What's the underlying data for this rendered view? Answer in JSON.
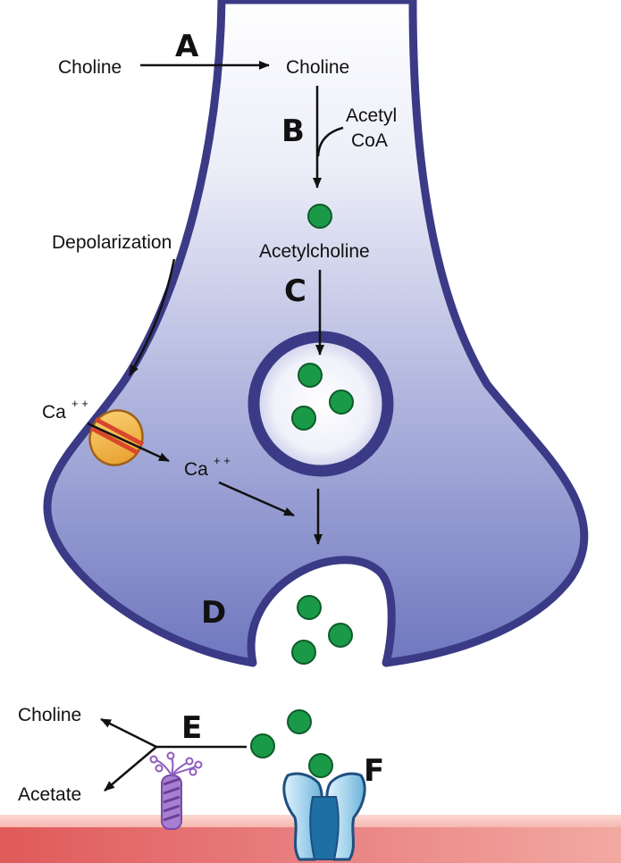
{
  "labels": {
    "step_a": "A",
    "step_b": "B",
    "step_c": "C",
    "step_d": "D",
    "step_e": "E",
    "step_f": "F",
    "choline_outside": "Choline",
    "choline_inside": "Choline",
    "acetyl": "Acetyl",
    "coa": "CoA",
    "acetylcholine": "Acetylcholine",
    "depolarization": "Depolarization",
    "ca_outside": "Ca",
    "ca_outside_charge": "+ +",
    "ca_inside": "Ca",
    "ca_inside_charge": "+ +",
    "choline_product": "Choline",
    "acetate_product": "Acetate"
  },
  "colors": {
    "terminal_membrane": "#3b3a86",
    "terminal_fill_top": "#ffffff",
    "terminal_fill_bottom": "#6f77bf",
    "acetylcholine": "#1a9a48",
    "calcium_channel": "#f2b33d",
    "enzyme": "#8e5bbf",
    "receptor": "#a8d5ee",
    "postsynaptic_membrane": "#e26a6a"
  }
}
